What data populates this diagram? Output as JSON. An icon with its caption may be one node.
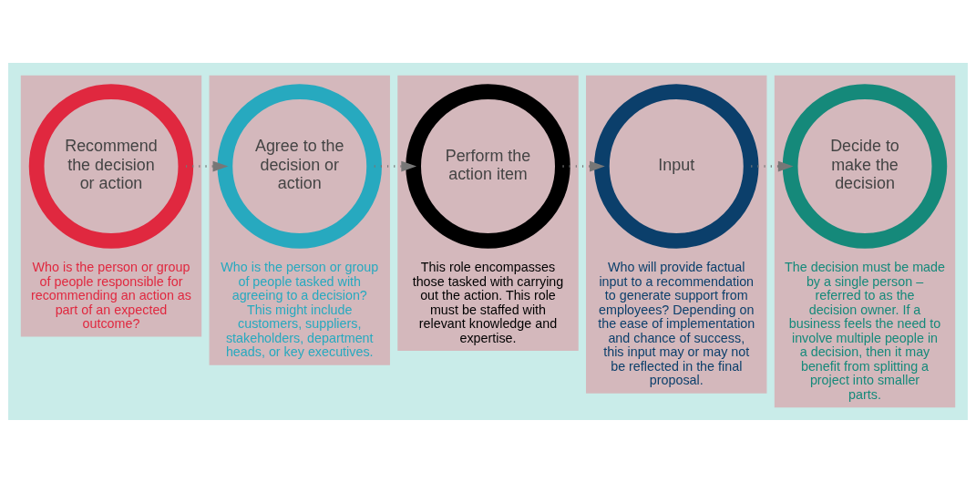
{
  "diagram": {
    "nodes": [
      {
        "text": [
          "Who is the person or group of people responsible for recommending an action as part of an expected outcome?"
        ]
      },
      {
        "text": [
          "Recommend the decision or action"
        ],
        "in": 0
      },
      {
        "text": [
          "Who is the person or group of people tasked with agreeing to a decision? This might include customers, suppliers, stakeholders, department heads, or key executives."
        ]
      },
      {
        "text": [
          "Agree to the decision or action"
        ],
        "in": 2
      },
      {
        "text": [
          "This role encompasses those tasked with carrying out the action. This role must be staffed with relevant knowledge and expertise."
        ]
      },
      {
        "text": [
          "Perform the action item"
        ],
        "in": 4
      },
      {
        "text": [
          "Who will provide factual input to a recommendation to generate support from employees? Depending on the ease of implementation and chance of success, this input may or may not be reflected in the final proposal."
        ]
      },
      {
        "text": [
          "Input"
        ],
        "in": 6
      },
      {
        "text": [
          "The decision must be made by a single person – referred to as the decision owner. If a business feels the need to involve multiple people in a decision, then it may benefit from splitting a project into smaller parts."
        ]
      },
      {
        "text": [
          "Decide to make the decision"
        ],
        "in": 8
      }
    ],
    "edges": [
      {
        "from": 1,
        "to": 3,
        "arrow": "to",
        "style": "dashed"
      },
      {
        "from": 3,
        "to": 5,
        "arrow": "to",
        "style": "dashed"
      },
      {
        "from": 5,
        "to": 7,
        "arrow": "to",
        "style": "dashed"
      },
      {
        "from": 7,
        "to": 9,
        "arrow": "to",
        "style": "dashed"
      }
    ]
  }
}
